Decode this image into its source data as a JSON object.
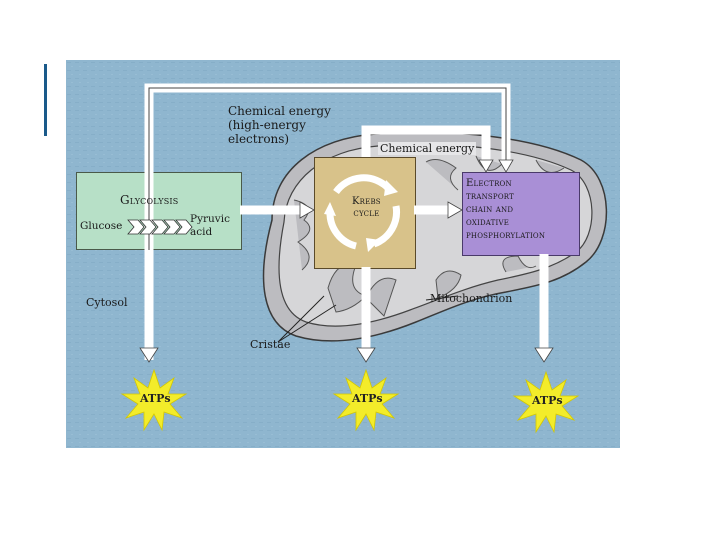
{
  "colors": {
    "background": "#8fb6cf",
    "glycolysis_box": "#b7e0c7",
    "krebs_box": "#d8c28a",
    "etc_box": "#a98fd6",
    "mitochondrion": "#cfcfd2",
    "atp_burst": "#f3ec2a"
  },
  "labels": {
    "chemical_energy_top": "Chemical energy\n(high-energy\nelectrons)",
    "chemical_energy_inner": "Chemical energy",
    "glycolysis_title": "Glycolysis",
    "glucose": "Glucose",
    "pyruvic_acid": "Pyruvic\nacid",
    "krebs_cycle": "Krebs\ncycle",
    "etc": "Electron\ntransport\nchain and\noxidative\nphosphorylation",
    "cytosol": "Cytosol",
    "cristae": "Cristae",
    "mitochondrion": "Mitochondrion",
    "atp": [
      "ATPs",
      "ATPs",
      "ATPs"
    ]
  }
}
